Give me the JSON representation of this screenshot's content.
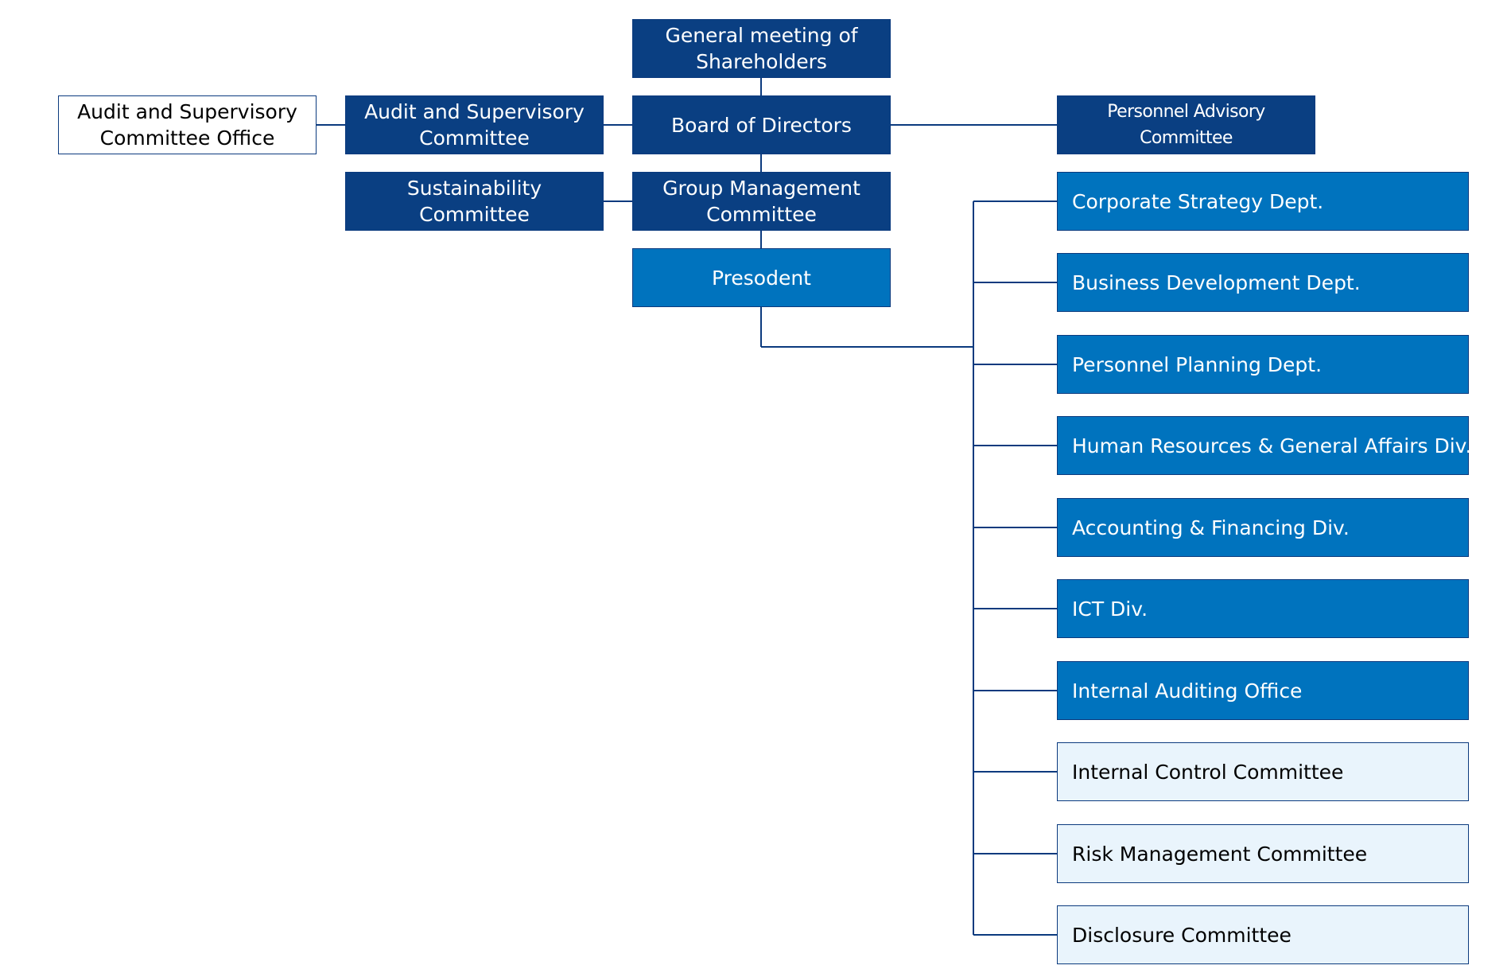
{
  "top": {
    "shareholders": "General meeting of Shareholders",
    "board": "Board of Directors",
    "group_mgmt": "Group Management Committee",
    "president": "Presodent"
  },
  "left": {
    "audit_office": "Audit and Supervisory Committee Office",
    "audit_committee": "Audit and Supervisory Committee",
    "sustainability": "Sustainability Committee"
  },
  "right": {
    "personnel_advisory": "Personnel Advisory Committee",
    "units": [
      "Corporate Strategy Dept.",
      "Business Development Dept.",
      "Personnel Planning Dept.",
      "Human Resources & General Affairs Div.",
      "Accounting & Financing Div.",
      "ICT Div.",
      "Internal Auditing Office",
      "Internal Control Committee",
      "Risk Management Committee",
      "Disclosure Committee"
    ]
  },
  "colors": {
    "dark": "#0a3f82",
    "mid": "#0073be",
    "light": "#e9f4fc",
    "line": "#0b3a7e"
  }
}
